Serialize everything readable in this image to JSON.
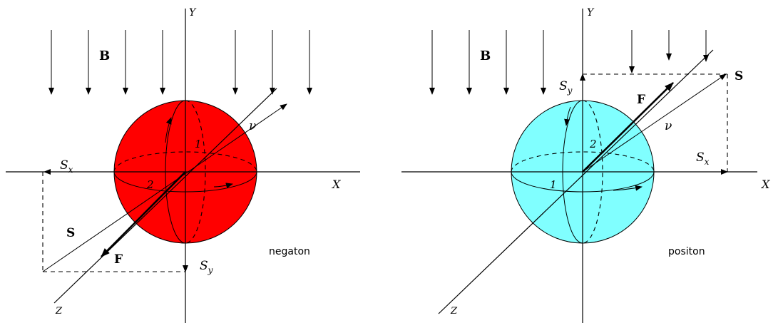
{
  "left": {
    "caption": "negaton",
    "sphere_color": "#ff0000",
    "labels": {
      "Y": "Y",
      "X": "X",
      "Z": "Z",
      "B": "B",
      "S": "S",
      "F": "F",
      "nu": "ν",
      "Sx": "S",
      "Sx_sub": "x",
      "Sy": "S",
      "Sy_sub": "y",
      "n1": "1",
      "n2": "2"
    }
  },
  "right": {
    "caption": "positon",
    "sphere_color": "#80ffff",
    "labels": {
      "Y": "Y",
      "X": "X",
      "Z": "Z",
      "B": "B",
      "S": "S",
      "F": "F",
      "nu": "ν",
      "Sx": "S",
      "Sx_sub": "x",
      "Sy": "S",
      "Sy_sub": "y",
      "n1": "1",
      "n2": "2"
    }
  }
}
